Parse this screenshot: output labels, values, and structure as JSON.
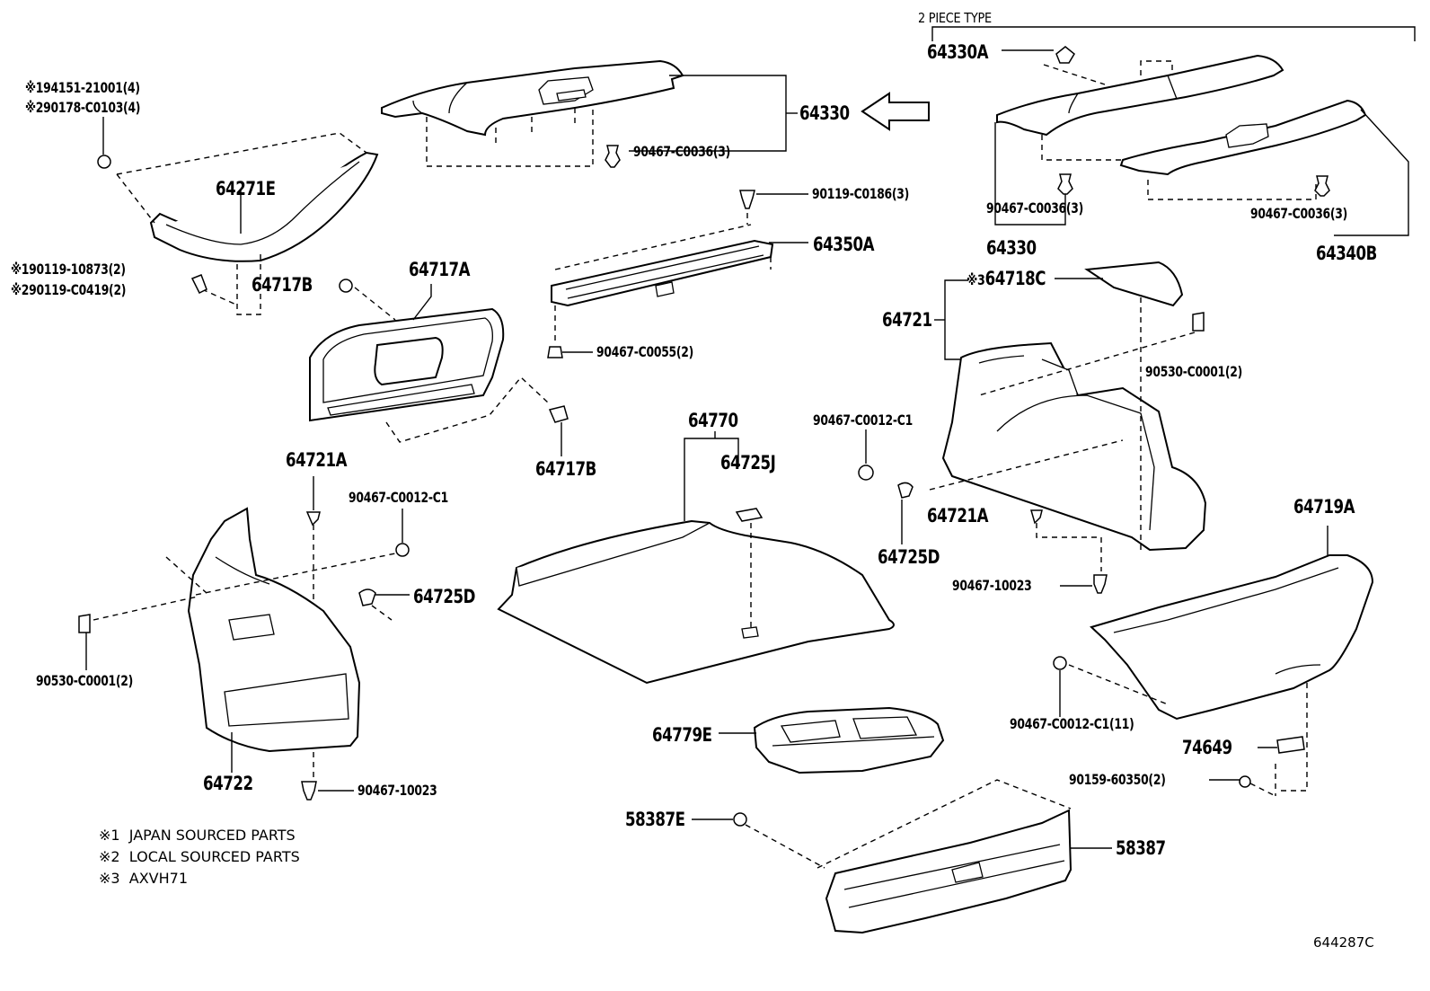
{
  "header": {
    "two_piece_type": "2 PIECE TYPE"
  },
  "labels": {
    "p64330A": "64330A",
    "p64330_main": "64330",
    "p90467_C0036_top": "90467-C0036(3)",
    "p64330_right": "64330",
    "p90467_C0036_r1": "90467-C0036(3)",
    "p90467_C0036_r2": "90467-C0036(3)",
    "p64340B": "64340B",
    "p94151": "94151-21001(4)",
    "p90178": "90178-C0103(4)",
    "p64271E": "64271E",
    "p90119_10873": "90119-10873(2)",
    "p90119_C0419": "90119-C0419(2)",
    "p64717B_a": "64717B",
    "p64717A": "64717A",
    "p64717B_b": "64717B",
    "p90119_C0186": "90119-C0186(3)",
    "p64350A": "64350A",
    "p90467_C0055": "90467-C0055(2)",
    "p64718C": "64718C",
    "p64721": "64721",
    "p90530_r": "90530-C0001(2)",
    "p90467_C0012_r": "90467-C0012-C1",
    "p64721A_r": "64721A",
    "p64725D_r": "64725D",
    "p90467_10023_r": "90467-10023",
    "p64719A": "64719A",
    "p64770": "64770",
    "p64725J": "64725J",
    "p64721A_l": "64721A",
    "p90467_C0012_l": "90467-C0012-C1",
    "p64725D_l": "64725D",
    "p90530_l": "90530-C0001(2)",
    "p64722": "64722",
    "p90467_10023_l": "90467-10023",
    "p90467_C0012_11": "90467-C0012-C1(11)",
    "p74649": "74649",
    "p90159": "90159-60350(2)",
    "p64779E": "64779E",
    "p58387E": "58387E",
    "p58387": "58387"
  },
  "marks": {
    "m1": "※1",
    "m2": "※2",
    "m3": "※3"
  },
  "notes": [
    {
      "mark": "※1",
      "text": "JAPAN SOURCED PARTS"
    },
    {
      "mark": "※2",
      "text": "LOCAL SOURCED PARTS"
    },
    {
      "mark": "※3",
      "text": "AXVH71"
    }
  ],
  "diagram_code": "644287C"
}
